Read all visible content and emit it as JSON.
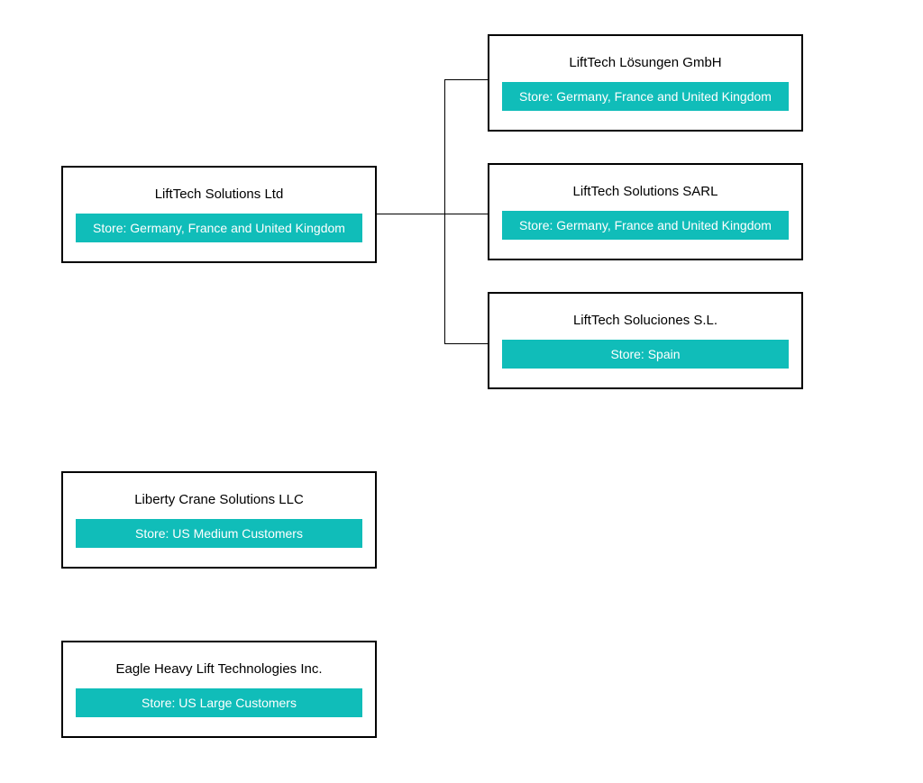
{
  "diagram": {
    "type": "org-chart",
    "colors": {
      "background": "#ffffff",
      "node_border": "#000000",
      "node_background": "#ffffff",
      "title_text": "#000000",
      "store_badge_background": "#10BDB9",
      "store_badge_text": "#ffffff",
      "connector_line": "#000000"
    },
    "nodes": [
      {
        "id": "lifttech-ltd",
        "title": "LiftTech Solutions Ltd",
        "store": "Store: Germany, France and United Kingdom"
      },
      {
        "id": "lifttech-gmbh",
        "title": "LiftTech Lösungen GmbH",
        "store": "Store: Germany, France and United Kingdom"
      },
      {
        "id": "lifttech-sarl",
        "title": "LiftTech Solutions SARL",
        "store": "Store: Germany, France and United Kingdom"
      },
      {
        "id": "lifttech-sl",
        "title": "LiftTech Soluciones S.L.",
        "store": "Store: Spain"
      },
      {
        "id": "liberty-crane",
        "title": "Liberty Crane Solutions LLC",
        "store": "Store: US Medium Customers"
      },
      {
        "id": "eagle-heavy",
        "title": "Eagle Heavy Lift Technologies Inc.",
        "store": "Store: US Large Customers"
      }
    ],
    "edges": [
      {
        "from": "LiftTech Solutions Ltd",
        "to": "LiftTech Lösungen GmbH"
      },
      {
        "from": "LiftTech Solutions Ltd",
        "to": "LiftTech Solutions SARL"
      },
      {
        "from": "LiftTech Solutions Ltd",
        "to": "LiftTech Soluciones S.L."
      }
    ]
  }
}
